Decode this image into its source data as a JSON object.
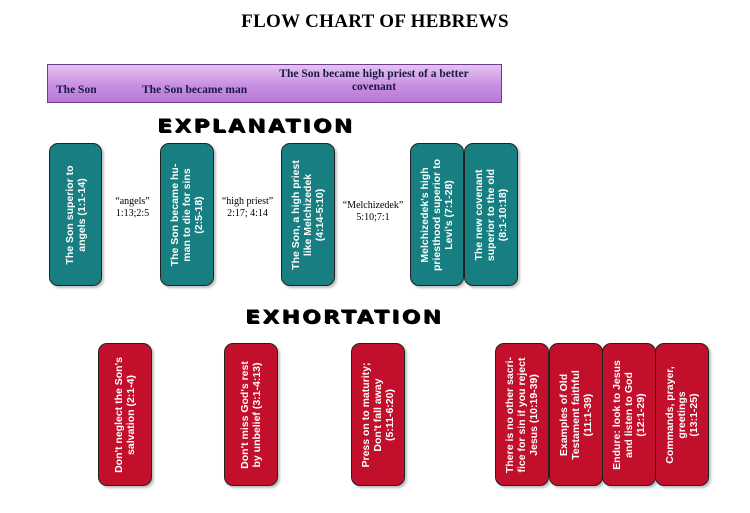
{
  "title": "FLOW CHART OF HEBREWS",
  "bar": {
    "color": "#c98fe3",
    "labels": [
      "The Son",
      "The Son became man",
      "The Son became high priest of a better covenant"
    ]
  },
  "sections": {
    "explanation": "EXPLANATION",
    "exhortation": "EXHORTATION"
  },
  "explanation_boxes": [
    {
      "line1": "The Son superior to",
      "line2": "angels (1:1-14)"
    },
    {
      "line1": "The Son became hu-",
      "line2": "man to die for sins",
      "line3": "(2:5-18)"
    },
    {
      "line1": "The Son, a high priest",
      "line2": "like Melchizedek",
      "line3": "(4:14-5:10)"
    },
    {
      "line1": "Melchizedek's high",
      "line2": "priesthood  superior to",
      "line3": "Levi's (7:1-28)"
    },
    {
      "line1": "The new covenant",
      "line2": "superior to the old",
      "line3": "(8:1-10:18)"
    }
  ],
  "cross_refs": [
    {
      "line1": "“angels”",
      "line2": "1:13;2:5"
    },
    {
      "line1": "“high priest”",
      "line2": "2:17; 4:14"
    },
    {
      "line1": "“Melchizedek”",
      "line2": "5:10;7:1"
    }
  ],
  "exhortation_boxes": [
    {
      "line1": "Don't neglect the Son's",
      "line2": "salvation (2:1-4)"
    },
    {
      "line1": "Don't miss God's rest",
      "line2": "by unbelief (3:1-4:13)"
    },
    {
      "line1": "Press on to maturity;",
      "line2": "Don't fall away",
      "line3": "(5:11-6:20)"
    },
    {
      "line1": "There is no other sacri-",
      "line2": "fice for sin if you reject",
      "line3": "Jesus  (10:19-39)"
    },
    {
      "line1": "Examples of Old",
      "line2": "Testament faithful",
      "line3": "(11:1-39)"
    },
    {
      "line1": "Endure: look to Jesus",
      "line2": "and listen to God",
      "line3": "(12:1-29)"
    },
    {
      "line1": "Commands, prayer,",
      "line2": "greetings",
      "line3": "(13:1-25)"
    }
  ],
  "colors": {
    "explanation": "#177f81",
    "exhortation": "#c2102c"
  }
}
